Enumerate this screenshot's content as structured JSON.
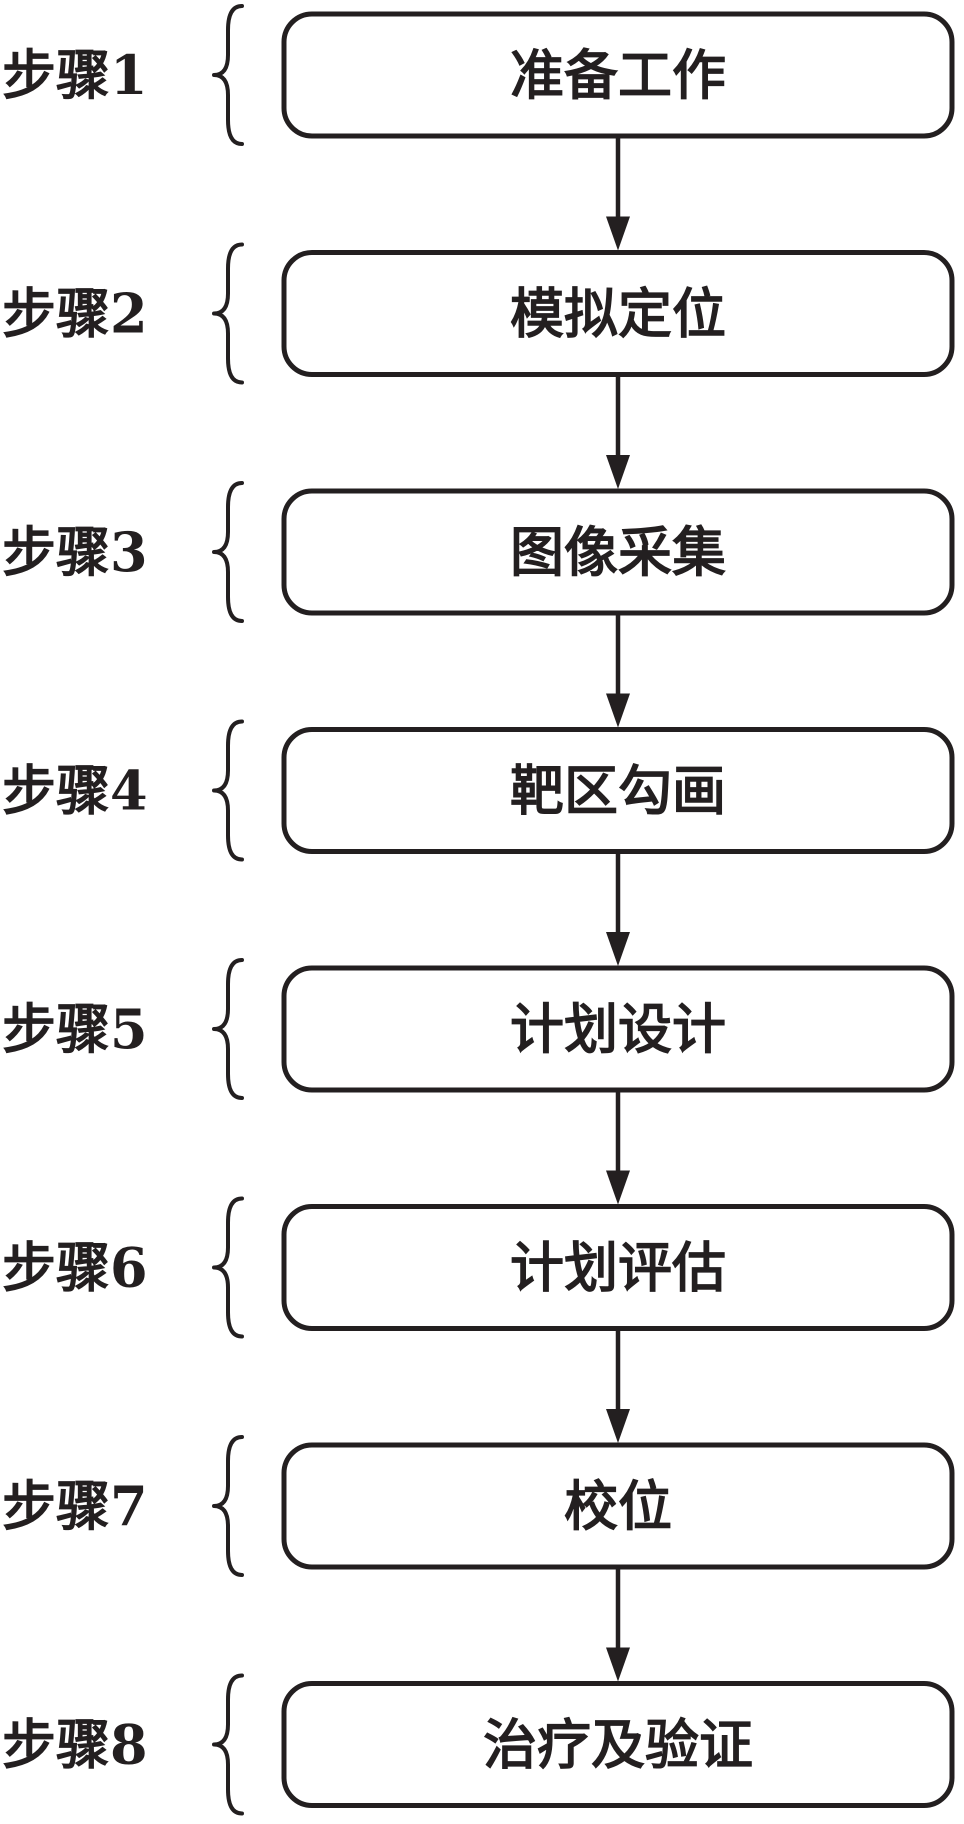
{
  "colors": {
    "ink": "#231f20",
    "background": "#ffffff"
  },
  "steps": [
    {
      "label": "步骤1",
      "text": "准备工作"
    },
    {
      "label": "步骤2",
      "text": "模拟定位"
    },
    {
      "label": "步骤3",
      "text": "图像采集"
    },
    {
      "label": "步骤4",
      "text": "靶区勾画"
    },
    {
      "label": "步骤5",
      "text": "计划设计"
    },
    {
      "label": "步骤6",
      "text": "计划评估"
    },
    {
      "label": "步骤7",
      "text": "校位"
    },
    {
      "label": "步骤8",
      "text": "治疗及验证"
    }
  ]
}
